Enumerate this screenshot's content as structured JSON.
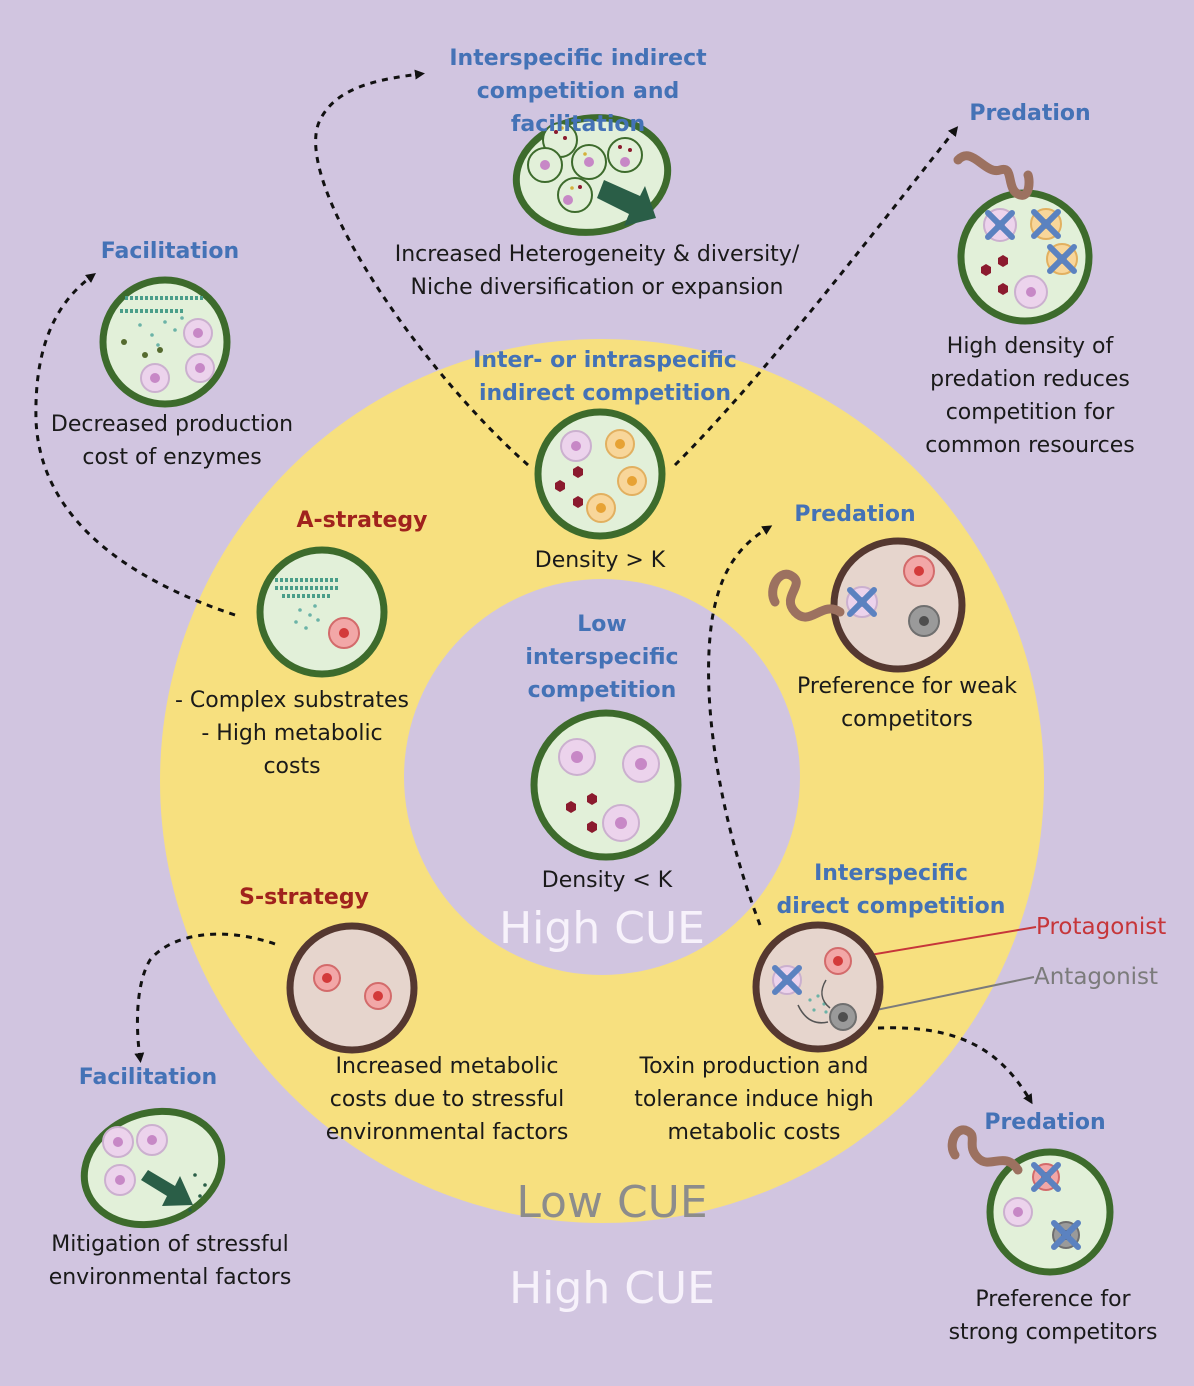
{
  "zones": {
    "inner_cue": "High CUE",
    "ring_cue": "Low CUE",
    "outer_cue": "High CUE"
  },
  "center": {
    "title": [
      "Low",
      "interspecific",
      "competition"
    ],
    "caption": "Density < K"
  },
  "indirect": {
    "title": [
      "Inter- or intraspecific",
      "indirect competition"
    ],
    "caption": "Density > K"
  },
  "a_strategy": {
    "title": "A-strategy",
    "desc": [
      "- Complex substrates",
      "- High metabolic",
      "costs"
    ]
  },
  "s_strategy": {
    "title": "S-strategy",
    "desc": [
      "Increased metabolic",
      "costs due to stressful",
      "environmental factors"
    ]
  },
  "predation_ring": {
    "title": "Predation",
    "desc": [
      "Preference for  weak",
      "competitors"
    ]
  },
  "direct": {
    "title": [
      "Interspecific",
      "direct competition"
    ],
    "desc": [
      "Toxin production and",
      "tolerance induce  high",
      "metabolic costs"
    ],
    "protagonist": "Protagonist",
    "antagonist": "Antagonist"
  },
  "top_center": {
    "title": [
      "Interspecific indirect",
      "competition and facilitation"
    ],
    "desc": [
      "Increased Heterogeneity & diversity/",
      "Niche diversification or expansion"
    ]
  },
  "top_right": {
    "title": "Predation",
    "desc": [
      "High density of",
      "predation reduces",
      "competition for",
      "common resources"
    ]
  },
  "top_left": {
    "title": "Facilitation",
    "desc": [
      "Decreased production",
      "cost of enzymes"
    ]
  },
  "bottom_left": {
    "title": "Facilitation",
    "desc": [
      "Mitigation of stressful",
      "environmental factors"
    ]
  },
  "bottom_right": {
    "title": "Predation",
    "desc": [
      "Preference for",
      "strong competitors"
    ]
  },
  "colors": {
    "background": "#d1c5e0",
    "ring": "#f7e07f",
    "cell_green_fill": "#e2f0d9",
    "cell_green_border": "#3d6b2c",
    "cell_brown_fill": "#e6d5cd",
    "cell_brown_border": "#553830",
    "title_blue": "#4472b6",
    "title_red": "#a0221d",
    "worm": "#9c7160"
  }
}
